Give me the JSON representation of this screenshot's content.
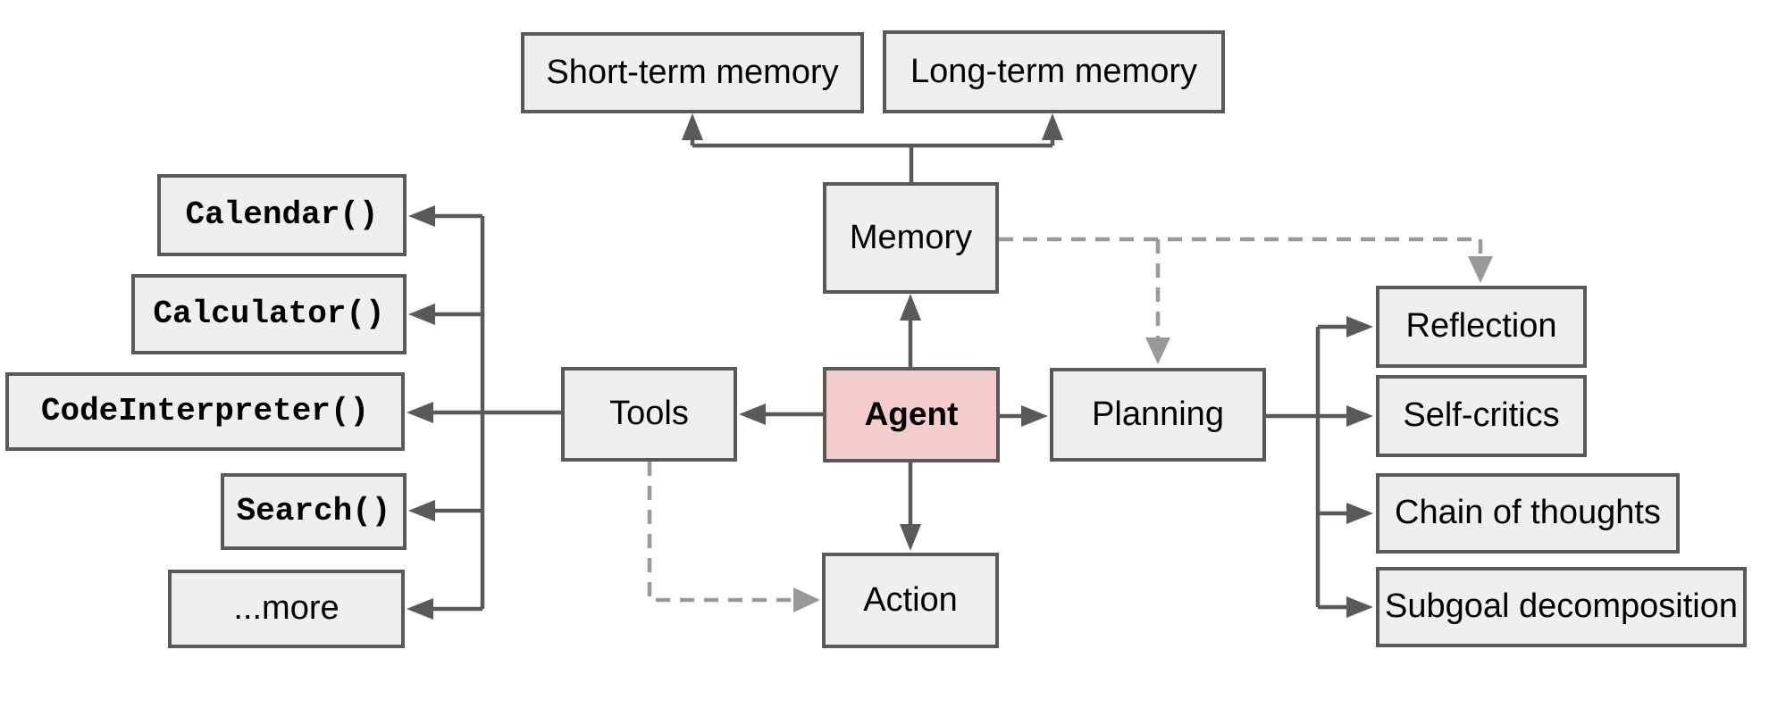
{
  "colors": {
    "box_fill": "#efefef",
    "box_border": "#595959",
    "agent_fill": "#f4cccc",
    "solid_line": "#595959",
    "dashed_line": "#999999",
    "text": "#000000"
  },
  "nodes": {
    "agent": {
      "label": "Agent"
    },
    "memory": {
      "label": "Memory"
    },
    "tools": {
      "label": "Tools"
    },
    "planning": {
      "label": "Planning"
    },
    "action": {
      "label": "Action"
    },
    "short_term_memory": {
      "label": "Short-term memory"
    },
    "long_term_memory": {
      "label": "Long-term memory"
    },
    "tool_items": [
      {
        "label": "Calendar()"
      },
      {
        "label": "Calculator()"
      },
      {
        "label": "CodeInterpreter()"
      },
      {
        "label": "Search()"
      },
      {
        "label": "...more"
      }
    ],
    "planning_items": [
      {
        "label": "Reflection"
      },
      {
        "label": "Self-critics"
      },
      {
        "label": "Chain of thoughts"
      },
      {
        "label": "Subgoal decomposition"
      }
    ]
  }
}
